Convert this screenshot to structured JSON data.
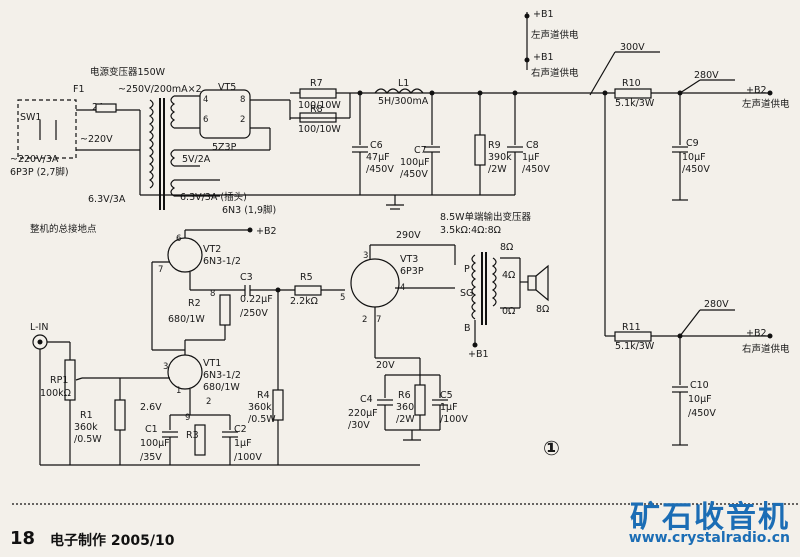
{
  "labels": {
    "b1_top": "+B1",
    "left_supply": "左声道供电",
    "b1_mid": "+B1",
    "right_supply": "右声道供电",
    "v300": "300V",
    "transformer": "电源变压器150W",
    "f1": "F1",
    "secondary_hv": "~250V/200mA×2",
    "fuse_val": "2A",
    "sw1": "SW1",
    "mains": "~220V",
    "mains_rating": "~220V/3A",
    "plug": "6P3P (2,7脚)",
    "fuse2": "6.3V/3A",
    "vt5": "VT5",
    "vt5_type": "5Z3P",
    "pin4": "4",
    "pin6": "6",
    "pin2": "2",
    "pin8": "8",
    "w5v": "5V/2A",
    "w63_plug": "6.3V/3A (插头)",
    "w63_6n3": "6N3 (1,9脚)",
    "ground_note": "整机的总接地点",
    "r7": "R7",
    "r7v": "100/10W",
    "r8": "R8",
    "r8v": "100/10W",
    "l1": "L1",
    "l1v": "5H/300mA",
    "c6": "C6",
    "c6v": "47μF",
    "c6u": "/450V",
    "c7": "C7",
    "c7v": "100μF",
    "c7u": "/450V",
    "r9": "R9",
    "r9v": "390k",
    "r9u": "/2W",
    "c8": "C8",
    "c8v": "1μF",
    "c8u": "/450V",
    "r10": "R10",
    "r10v": "5.1k/3W",
    "v280a": "280V",
    "b2a": "+B2",
    "left_b2": "左声道供电",
    "c9": "C9",
    "c9v": "10μF",
    "c9u": "/450V",
    "vt2": "VT2",
    "vt2t": "6N3-1/2",
    "b2_vt2": "+B2",
    "c3": "C3",
    "c3v": "0.22μF",
    "c3u": "/250V",
    "r2": "R2",
    "r2v": "680/1W",
    "r5": "R5",
    "r5v": "2.2kΩ",
    "ot_title": "8.5W单端输出变压器",
    "ot_spec": "3.5kΩ:4Ω:8Ω",
    "v290": "290V",
    "vt3": "VT3",
    "vt3t": "6P3P",
    "p": "P",
    "sg": "SG",
    "b": "B",
    "o8": "8Ω",
    "o4": "4Ω",
    "o0": "0Ω",
    "spk": "8Ω",
    "b1_vt3": "+B1",
    "lin": "L-IN",
    "rp1": "RP1",
    "rp1v": "100kΩ",
    "r1": "R1",
    "r1v": "360k",
    "r1u": "/0.5W",
    "vt1": "VT1",
    "vt1t": "6N3-1/2",
    "vt1r": "680/1W",
    "v26": "2.6V",
    "c1": "C1",
    "c1v": "100μF",
    "c1u": "/35V",
    "r3": "R3",
    "c2": "C2",
    "c2v": "1μF",
    "c2u": "/100V",
    "r4": "R4",
    "r4v": "360k",
    "r4u": "/0.5W",
    "v20": "20V",
    "c4": "C4",
    "c4v": "220μF",
    "c4u": "/30V",
    "r6": "R6",
    "r6v": "360",
    "r6u": "/2W",
    "c5": "C5",
    "c5v": "1μF",
    "c5u": "/100V",
    "r11": "R11",
    "r11v": "5.1k/3W",
    "v280b": "280V",
    "b2b": "+B2",
    "right_b2": "右声道供电",
    "c10": "C10",
    "c10v": "10μF",
    "c10u": "/450V",
    "fig": "①",
    "pin3": "3",
    "pin7": "7",
    "pin1": "1",
    "pin9": "9",
    "pin5": "5"
  },
  "footer": {
    "page": "18",
    "magazine": "电子制作 2005/10",
    "brand": "矿石收音机",
    "site": "www.crystalradio.cn"
  },
  "colors": {
    "brand": "#1b6db5",
    "paper": "#f3f0ea",
    "ink": "#111111"
  }
}
